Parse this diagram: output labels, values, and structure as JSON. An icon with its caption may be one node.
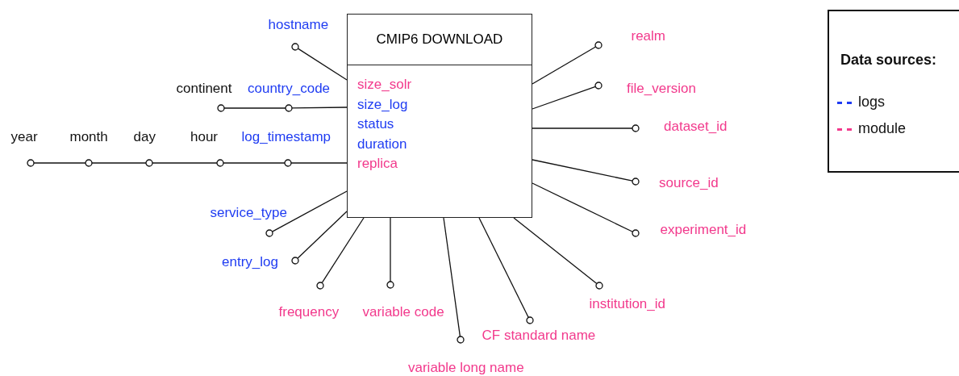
{
  "diagram": {
    "nodes": [
      {
        "text": [
          "CMIP6 DOWNLOAD",
          "size_solr",
          "size_log",
          "status",
          "duration",
          "replica"
        ]
      },
      {
        "text": [
          "hostname"
        ]
      },
      {
        "text": [
          "continent"
        ]
      },
      {
        "text": [
          "country_code"
        ]
      },
      {
        "text": [
          "year"
        ]
      },
      {
        "text": [
          "month"
        ]
      },
      {
        "text": [
          "day"
        ]
      },
      {
        "text": [
          "hour"
        ]
      },
      {
        "text": [
          "log_timestamp"
        ]
      },
      {
        "text": [
          "service_type"
        ]
      },
      {
        "text": [
          "entry_log"
        ]
      },
      {
        "text": [
          "frequency"
        ]
      },
      {
        "text": [
          "variable code"
        ]
      },
      {
        "text": [
          "variable long name"
        ]
      },
      {
        "text": [
          "CF standard name"
        ]
      },
      {
        "text": [
          "institution_id"
        ]
      },
      {
        "text": [
          "experiment_id"
        ]
      },
      {
        "text": [
          "source_id"
        ]
      },
      {
        "text": [
          "dataset_id"
        ]
      },
      {
        "text": [
          "file_version"
        ]
      },
      {
        "text": [
          "realm"
        ]
      }
    ],
    "edges": [
      {
        "from": 0,
        "to": 1,
        "arrow": "none"
      },
      {
        "from": 0,
        "to": 3,
        "arrow": "none"
      },
      {
        "from": 3,
        "to": 2,
        "arrow": "none"
      },
      {
        "from": 0,
        "to": 8,
        "arrow": "none"
      },
      {
        "from": 8,
        "to": 7,
        "arrow": "none"
      },
      {
        "from": 7,
        "to": 6,
        "arrow": "none"
      },
      {
        "from": 6,
        "to": 5,
        "arrow": "none"
      },
      {
        "from": 5,
        "to": 4,
        "arrow": "none"
      },
      {
        "from": 0,
        "to": 9,
        "arrow": "none"
      },
      {
        "from": 0,
        "to": 10,
        "arrow": "none"
      },
      {
        "from": 0,
        "to": 11,
        "arrow": "none"
      },
      {
        "from": 0,
        "to": 12,
        "arrow": "none"
      },
      {
        "from": 0,
        "to": 13,
        "arrow": "none"
      },
      {
        "from": 0,
        "to": 14,
        "arrow": "none"
      },
      {
        "from": 0,
        "to": 15,
        "arrow": "none"
      },
      {
        "from": 0,
        "to": 16,
        "arrow": "none"
      },
      {
        "from": 0,
        "to": 17,
        "arrow": "none"
      },
      {
        "from": 0,
        "to": 18,
        "arrow": "none"
      },
      {
        "from": 0,
        "to": 19,
        "arrow": "none"
      },
      {
        "from": 0,
        "to": 20,
        "arrow": "none"
      }
    ],
    "labels": [
      "Data sources:"
    ],
    "legend": [
      {
        "text": "logs",
        "color": "#1f3cf2"
      },
      {
        "text": "module",
        "color": "#f2398c"
      }
    ]
  }
}
